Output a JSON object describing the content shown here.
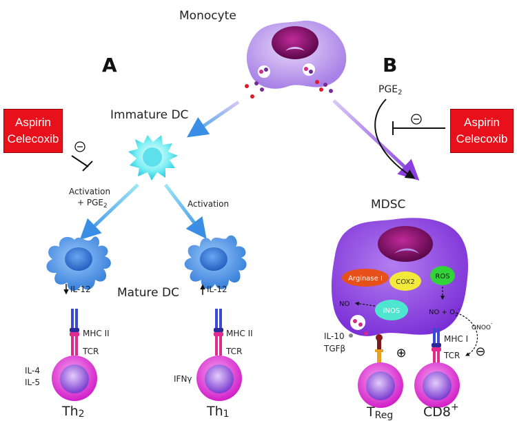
{
  "labels": {
    "monocyte": "Monocyte",
    "panel_a": "A",
    "panel_b": "B",
    "immature_dc": "Immature DC",
    "mature_dc": "Mature DC",
    "mdsc": "MDSC",
    "pge2_prefix": "PGE",
    "pge2_sub": "2",
    "activation_left": "Activation",
    "activation_left_pge2_prefix": "+ PGE",
    "activation_left_pge2_sub": "2",
    "activation_right": "Activation",
    "il12_down": "IL-12",
    "il12_up": "IL-12",
    "mhc2_left": "MHC II",
    "mhc2_right": "MHC II",
    "tcr_left": "TCR",
    "tcr_right": "TCR",
    "tcr_cd8": "TCR",
    "mhc1": "MHC I",
    "il4": "IL-4",
    "il5": "IL-5",
    "ifng": "IFNγ",
    "th2_main": "Th",
    "th2_sub": "2",
    "th1_main": "Th",
    "th1_sub": "1",
    "treg_main": "T",
    "treg_sub": "Reg",
    "cd8_main": "CD8",
    "cd8_sup": "+",
    "arginase": "Arginase I",
    "cox2": "COX2",
    "ros": "ROS",
    "inos": "iNOS",
    "no_left": "NO",
    "no_o2": "NO + O",
    "no_o2_sub": "2",
    "no_o2_sup": "-",
    "onoo": "ONOO",
    "onoo_sup": "-",
    "il10": "IL-10",
    "tgfb": "TGFβ",
    "plus_symbol": "⊕",
    "minus_symbol": "⊖",
    "inhibit_left_symbol": "⊖",
    "inhibit_right_symbol": "⊖"
  },
  "drug_boxes": {
    "left": {
      "line1": "Aspirin",
      "line2": "Celecoxib"
    },
    "right": {
      "line1": "Aspirin",
      "line2": "Celecoxib"
    }
  },
  "colors": {
    "monocyte_body": "#c9a8ef",
    "monocyte_nucleus": "#8a0f6a",
    "immature_dc": "#6fe6f0",
    "mature_dc": "#4c94e6",
    "t_cell": "#e040d8",
    "t_cell_core": "#9a5ce6",
    "mdsc_body": "#9b4fe8",
    "arginase_fill": "#e8501a",
    "cox2_fill": "#f2e93a",
    "ros_fill": "#32d23a",
    "inos_fill": "#4fe6d0",
    "drug_box": "#e8101a",
    "arrow_blue": "#4faee8",
    "arrow_purple": "#9a5ce6"
  }
}
